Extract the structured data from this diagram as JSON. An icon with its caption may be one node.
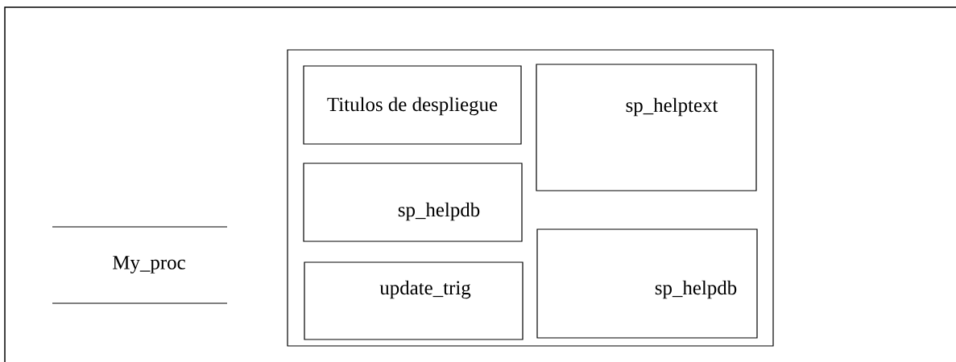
{
  "diagram": {
    "nodes": [
      {
        "text": [
          "My_proc"
        ]
      },
      {
        "text": [],
        "shape": "box"
      },
      {
        "text": [
          "Titulos de despliegue"
        ],
        "in": 1
      },
      {
        "text": [
          "sp_helptext"
        ],
        "in": 1
      },
      {
        "text": [
          "sp_helpdb"
        ],
        "in": 1
      },
      {
        "text": [
          "sp_helpdb"
        ],
        "in": 1
      },
      {
        "text": [
          "update_trig"
        ],
        "in": 1
      }
    ]
  }
}
